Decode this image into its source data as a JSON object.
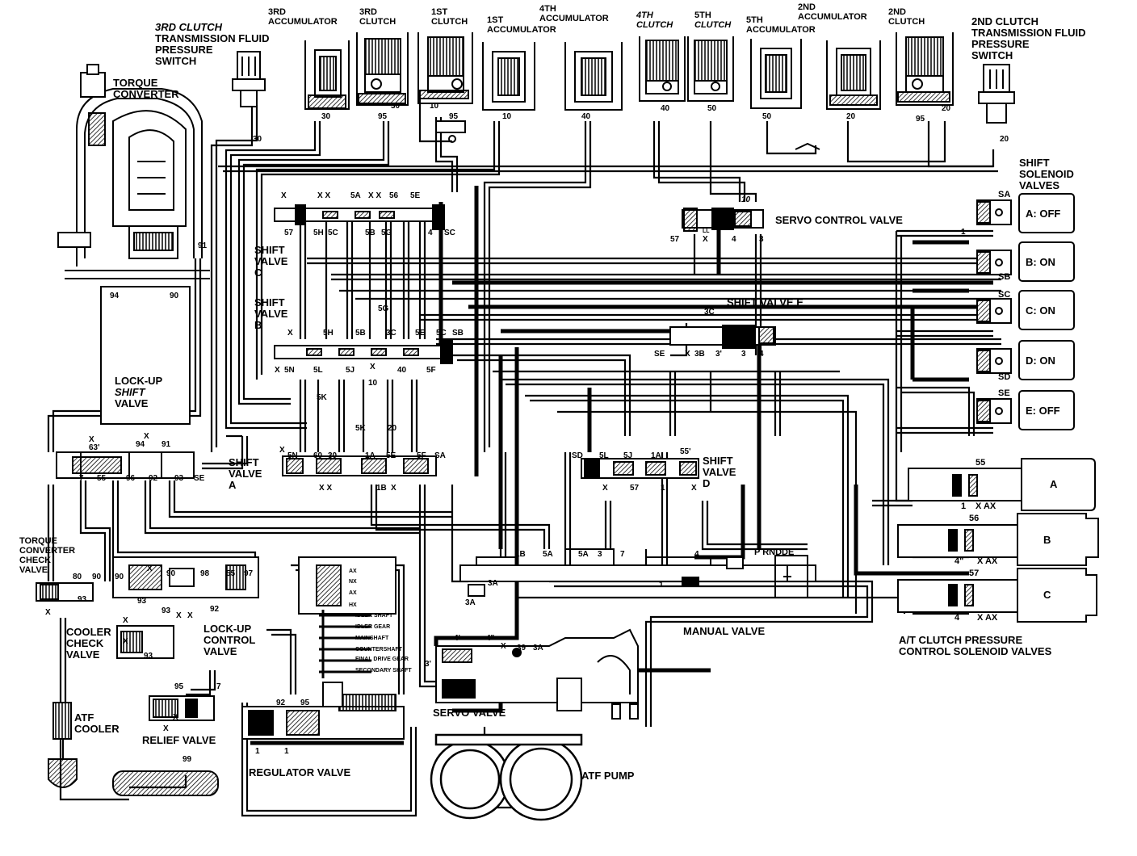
{
  "components": {
    "clutch3_switch": [
      "3RD CLUTCH",
      "TRANSMISSION FLUID",
      "PRESSURE",
      "SWITCH"
    ],
    "acc3": [
      "3RD",
      "ACCUMULATOR"
    ],
    "clutch3": [
      "3RD",
      "CLUTCH"
    ],
    "clutch1": [
      "1ST",
      "CLUTCH"
    ],
    "acc1": [
      "1ST",
      "ACCUMULATOR"
    ],
    "acc4": [
      "4TH",
      "ACCUMULATOR"
    ],
    "clutch4": [
      "4TH",
      "CLUTCH"
    ],
    "clutch5": [
      "5TH",
      "CLUTCH"
    ],
    "acc5": [
      "5TH",
      "ACCUMULATOR"
    ],
    "acc2": [
      "2ND",
      "ACCUMULATOR"
    ],
    "clutch2": [
      "2ND",
      "CLUTCH"
    ],
    "clutch2_switch": [
      "2ND CLUTCH",
      "TRANSMISSION FLUID",
      "PRESSURE",
      "SWITCH"
    ],
    "torque_converter": [
      "TORQUE",
      "CONVERTER"
    ],
    "shift_solenoids": [
      "SHIFT",
      "SOLENOID",
      "VALVES"
    ],
    "servo_control_valve": "SERVO CONTROL VALVE",
    "shift_valve_c": [
      "SHIFT",
      "VALVE",
      "C"
    ],
    "shift_valve_b": [
      "SHIFT",
      "VALVE",
      "B"
    ],
    "shift_valve_e": "SHIFT VALVE E",
    "lockup_shift_valve": [
      "LOCK-UP",
      "SHIFT",
      "VALVE"
    ],
    "shift_valve_a": [
      "SHIFT",
      "VALVE",
      "A"
    ],
    "shift_valve_d": [
      "SHIFT",
      "VALVE",
      "D"
    ],
    "tc_check_valve": [
      "TORQUE",
      "CONVERTER",
      "CHECK",
      "VALVE"
    ],
    "cooler_check_valve": [
      "COOLER",
      "CHECK",
      "VALVE"
    ],
    "lockup_control_valve": [
      "LOCK-UP",
      "CONTROL",
      "VALVE"
    ],
    "manual_valve": "MANUAL VALVE",
    "at_clutch_solenoids": [
      "A/T CLUTCH PRESSURE",
      "CONTROL SOLENOID VALVES"
    ],
    "atf_cooler": [
      "ATF",
      "COOLER"
    ],
    "relief_valve": "RELIEF VALVE",
    "servo_valve": "SERVO VALVE",
    "regulator_valve": "REGULATOR VALVE",
    "atf_pump": "ATF PUMP",
    "manual_positions": "P RNDDE"
  },
  "solenoids": [
    {
      "id": "A",
      "state": "A: OFF",
      "port": "SA"
    },
    {
      "id": "B",
      "state": "B: ON",
      "port": "SB"
    },
    {
      "id": "C",
      "state": "C: ON",
      "port": "SC"
    },
    {
      "id": "D",
      "state": "D: ON",
      "port": "SD"
    },
    {
      "id": "E",
      "state": "E: OFF",
      "port": "SE"
    }
  ],
  "pressure_solenoids": [
    {
      "id": "A",
      "port": "55",
      "out": "1",
      "tail": "X AX"
    },
    {
      "id": "B",
      "port": "56",
      "out": "4\"",
      "tail": "X AX"
    },
    {
      "id": "C",
      "port": "57",
      "out": "4",
      "tail": "X AX"
    }
  ],
  "shaft_labels": [
    "AX",
    "NX",
    "AX",
    "HX",
    "IDLER SHAFT",
    "IDLER GEAR",
    "MAINSHAFT",
    "COUNTERSHAFT",
    "FINAL DRIVE GEAR",
    "SECONDARY SHAFT"
  ],
  "ports": {
    "p30a": "30",
    "p30b": "30",
    "p95a": "95",
    "p30c": "30",
    "p10a": "10",
    "p95b": "95",
    "p10b": "10",
    "p40a": "40",
    "p40b": "40",
    "p50a": "50",
    "p50b": "50",
    "p20a": "20",
    "p95c": "95",
    "p20b": "20",
    "p20c": "20",
    "p91": "91",
    "p94": "94",
    "p90": "90",
    "c_x1": "X",
    "c_x2": "X X",
    "c_5a": "5A",
    "c_xx": "X X",
    "c_56": "56",
    "c_5e": "5E",
    "c_57": "57",
    "c_5h": "5H",
    "c_5c": "5C",
    "c_5b": "5B",
    "c_5g": "5G",
    "c_4": "4",
    "c_sc": "SC",
    "s_10": "10",
    "s_57": "57",
    "s_x": "X",
    "s_4": "4",
    "s_3": "3",
    "s_ll": "LL",
    "s_1": "1",
    "e_3c": "3C",
    "e_se": "SE",
    "e_x": "X",
    "e_3b": "3B",
    "e_3p": "3'",
    "e_3": "3",
    "e_4": "4",
    "b_5g": "5G",
    "b_x1": "X",
    "b_5h": "5H",
    "b_5b": "5B",
    "b_3c": "3C",
    "b_5e": "5E",
    "b_5c": "5C",
    "b_sb": "SB",
    "b_x2": "X",
    "b_5n": "5N",
    "b_5l": "5L",
    "b_5j": "5J",
    "b_x3": "X",
    "b_40": "40",
    "b_5f": "5F",
    "b_10": "10",
    "b_5k": "5K",
    "a_x1": "X",
    "a_5n": "5N",
    "a_60": "60",
    "a_30": "30",
    "a_1a": "1A",
    "a_5e": "5E",
    "a_5f": "5F",
    "a_sa": "SA",
    "a_5k": "5K",
    "a_20": "20",
    "a_xx": "X X",
    "a_1b": "1B",
    "a_x2": "X",
    "d_sd": "SD",
    "d_5l": "5L",
    "d_5j": "5J",
    "d_1a": "1A",
    "d_55p": "55'",
    "d_x1": "X",
    "d_57": "57",
    "d_1": "1",
    "d_x2": "X",
    "l_x1": "X",
    "l_63": "63'",
    "l_94": "94",
    "l_91": "91",
    "l_x2": "X",
    "l_7": "7",
    "l_55": "55",
    "l_96": "96",
    "l_92": "92",
    "l_93": "93",
    "l_se": "SE",
    "m_1b": "1B",
    "m_5a1": "5A",
    "m_5a2": "5A",
    "m_3": "3",
    "m_7": "7",
    "m_3a1": "3A",
    "m_3a2": "3A",
    "m_4": "4",
    "m_1": "1",
    "v_4p": "4'",
    "v_4pp": "4\"",
    "v_x": "X",
    "v_39": "39",
    "v_3a": "3A",
    "v_3p": "3'",
    "k_90": "90",
    "k_x": "X",
    "k_90b": "90",
    "k_90c": "90",
    "k_98": "98",
    "k_55": "55",
    "k_97": "97",
    "k_93a": "93",
    "k_93b": "93",
    "k_92": "92",
    "k_x2": "X",
    "k_x3": "X",
    "q_x1": "X",
    "q_x2": "X",
    "q_93": "93",
    "r_95": "95",
    "r_7": "7",
    "r_x1": "X",
    "r_x2": "X",
    "g_92": "92",
    "g_95": "95",
    "g_1a": "1",
    "g_1b": "1",
    "g_99": "99",
    "t_x": "X",
    "t_80": "80",
    "t_93": "93"
  }
}
